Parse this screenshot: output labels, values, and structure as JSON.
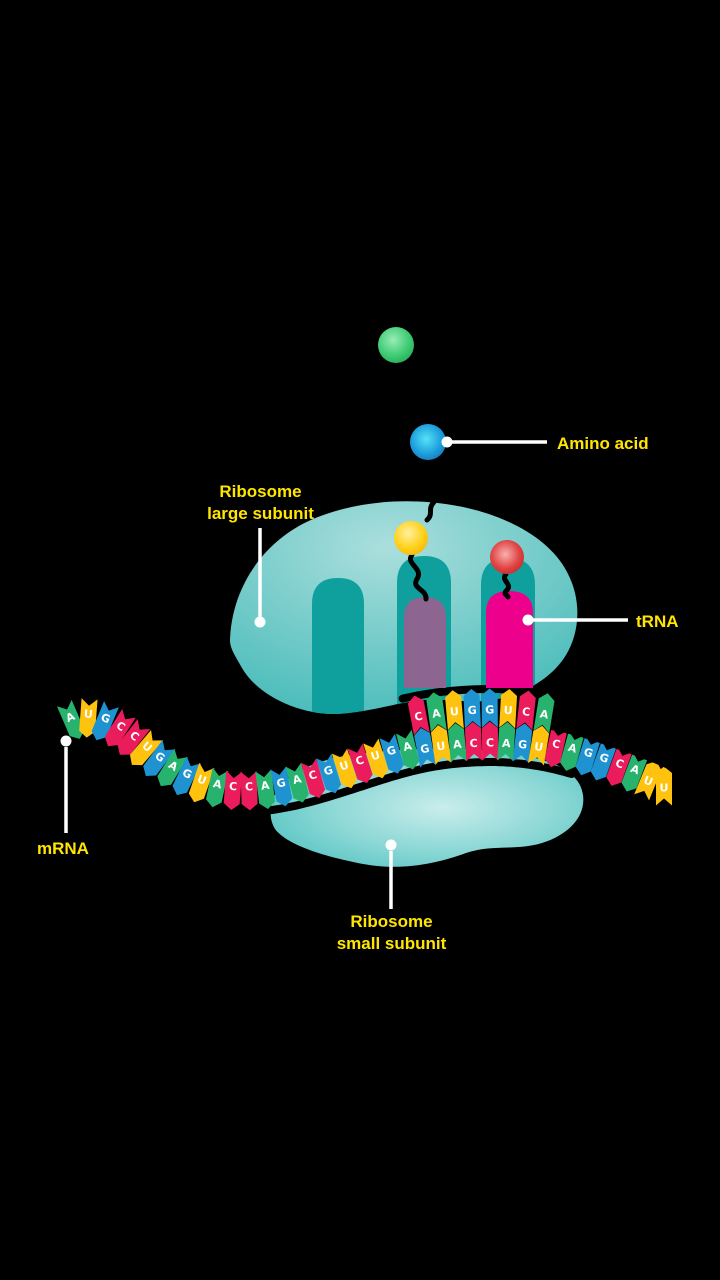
{
  "labels": {
    "amino_acid": "Amino acid",
    "ribosome_large_line1": "Ribosome",
    "ribosome_large_line2": "large subunit",
    "trna": "tRNA",
    "mrna": "mRNA",
    "ribosome_small_line1": "Ribosome",
    "ribosome_small_line2": "small subunit"
  },
  "mrna": {
    "sequence": "AUGCCUGAGUACCAGACGUCUGAGUACCAGUCAGGCAUU",
    "pairing_start": 23,
    "pairing_end": 30,
    "tail_flip_start": 37
  },
  "anticodon": {
    "sequence": "CAUGGUCA"
  },
  "colors": {
    "background": "#000000",
    "label_text": "#FFE600",
    "pointer": "#FFFFFF",
    "letter": "#FFFFFF",
    "backbone": "#000000",
    "base_A": "#27B36E",
    "base_U": "#FFC20E",
    "base_G": "#1F93D1",
    "base_C": "#EB1C5C",
    "arch": "#0FA09D",
    "trna_left": "#8C6590",
    "trna_right": "#EC008C",
    "large_subunit_gradient": [
      "#ABDFDD",
      "#7CCECC",
      "#46BBB9"
    ],
    "small_subunit_gradient": [
      "#C9EDEB",
      "#8AD7D5",
      "#40BCBA"
    ],
    "ball_green_gradient": [
      "#9AEBB8",
      "#44CE78",
      "#1EA854"
    ],
    "ball_blue_gradient": [
      "#55E2F8",
      "#1E9FDC",
      "#1566B4"
    ],
    "ball_yellow_gradient": [
      "#FFF0A0",
      "#FFD21E",
      "#F2AE00"
    ],
    "ball_red_gradient": [
      "#F8B1AE",
      "#E04444",
      "#C01F1F"
    ]
  }
}
